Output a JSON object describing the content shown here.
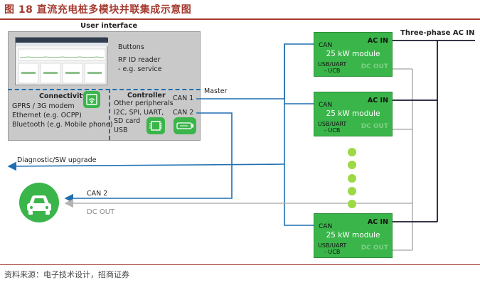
{
  "title": "图 18 直流充电桩多模块并联集成示意图",
  "user_interface": {
    "label": "User interface",
    "lines": [
      "Buttons",
      "RF ID reader",
      "- e.g. service"
    ]
  },
  "connectivity": {
    "title": "Connectivity",
    "lines": [
      "GPRS / 3G modem",
      "Ethernet (e.g. OCPP)",
      "Bluetooth (e.g. Mobile phone)"
    ]
  },
  "controller": {
    "title": "Controller",
    "lines": [
      "Other peripherals",
      "I2C, SPI, UART,",
      "SD card",
      "USB"
    ],
    "can1": "CAN 1",
    "can2": "CAN 2"
  },
  "modules": [
    {
      "can": "CAN",
      "ac_in": "AC IN",
      "name": "25 kW module",
      "usb": "USB/UART",
      "ucb": "- UCB",
      "dc_out": "DC OUT"
    },
    {
      "can": "CAN",
      "ac_in": "AC IN",
      "name": "25 kW module",
      "usb": "USB/UART",
      "ucb": "- UCB",
      "dc_out": "DC OUT"
    },
    {
      "can": "CAN",
      "ac_in": "AC IN",
      "name": "25 kW module",
      "usb": "USB/UART",
      "ucb": "- UCB",
      "dc_out": "DC OUT"
    }
  ],
  "labels": {
    "three_phase": "Three-phase AC IN",
    "master": "Master",
    "diagnostic": "Diagnostic/SW upgrade",
    "can2_out": "CAN 2",
    "dc_out": "DC OUT"
  },
  "source": "资料来源：电子技术设计，招商证券",
  "colors": {
    "accent": "#a43a2f",
    "module_green": "#3ab54a",
    "can_blue": "#1f6fb0",
    "ac_dark": "#1a1a2e",
    "dc_gray": "#b3b3b3",
    "dot_green": "#9dd845"
  },
  "icons": [
    "wifi-chip-icon",
    "microchip-icon",
    "usb-stick-icon",
    "car-icon"
  ]
}
